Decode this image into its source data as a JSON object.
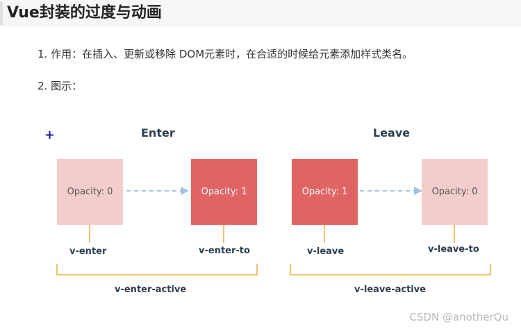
{
  "header": {
    "title": "Vue封装的过度与动画"
  },
  "list": [
    {
      "text": "1. 作用：在插入、更新或移除 DOM元素时，在合适的时候给元素添加样式类名。"
    },
    {
      "text": "2. 图示："
    }
  ],
  "diagram": {
    "plus": "+",
    "enter": {
      "title": "Enter",
      "from_box": "Opacity: 0",
      "to_box": "Opacity: 1",
      "from_label": "v-enter",
      "to_label": "v-enter-to",
      "active_label": "v-enter-active"
    },
    "leave": {
      "title": "Leave",
      "from_box": "Opacity: 1",
      "to_box": "Opacity: 0",
      "from_label": "v-leave",
      "to_label": "v-leave-to",
      "active_label": "v-leave-active"
    },
    "colors": {
      "light_box": "#f3cccc",
      "dark_box": "#e06464",
      "arrow": "#9fc3e0",
      "bracket": "#f0c36c"
    }
  },
  "watermark": "CSDN @anotherQu"
}
